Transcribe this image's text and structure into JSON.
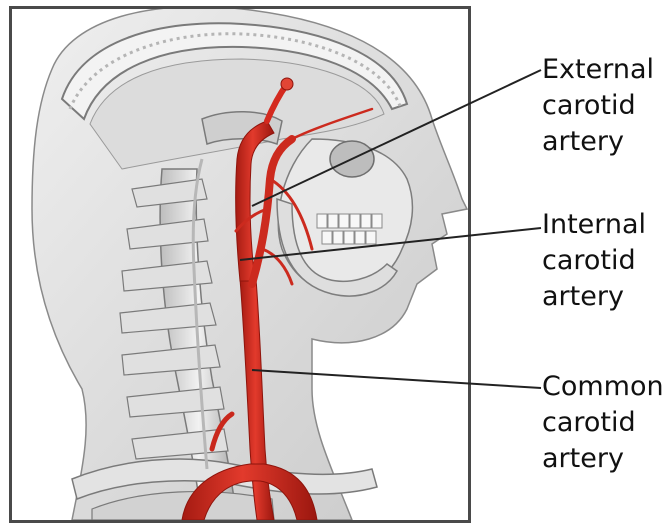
{
  "labels": [
    {
      "line1": "External",
      "line2": "carotid",
      "line3": "artery"
    },
    {
      "line1": "Internal",
      "line2": "carotid",
      "line3": "artery"
    },
    {
      "line1": "Common",
      "line2": "carotid",
      "line3": "artery"
    }
  ],
  "colors": {
    "artery": "#d42a1f",
    "artery_dark": "#9e1a12",
    "bone": "#e6e6e6",
    "bone_shadow": "#9a9a9a",
    "skin": "#d8d8d8",
    "frame": "#4a4a4a",
    "leader": "#222222"
  }
}
